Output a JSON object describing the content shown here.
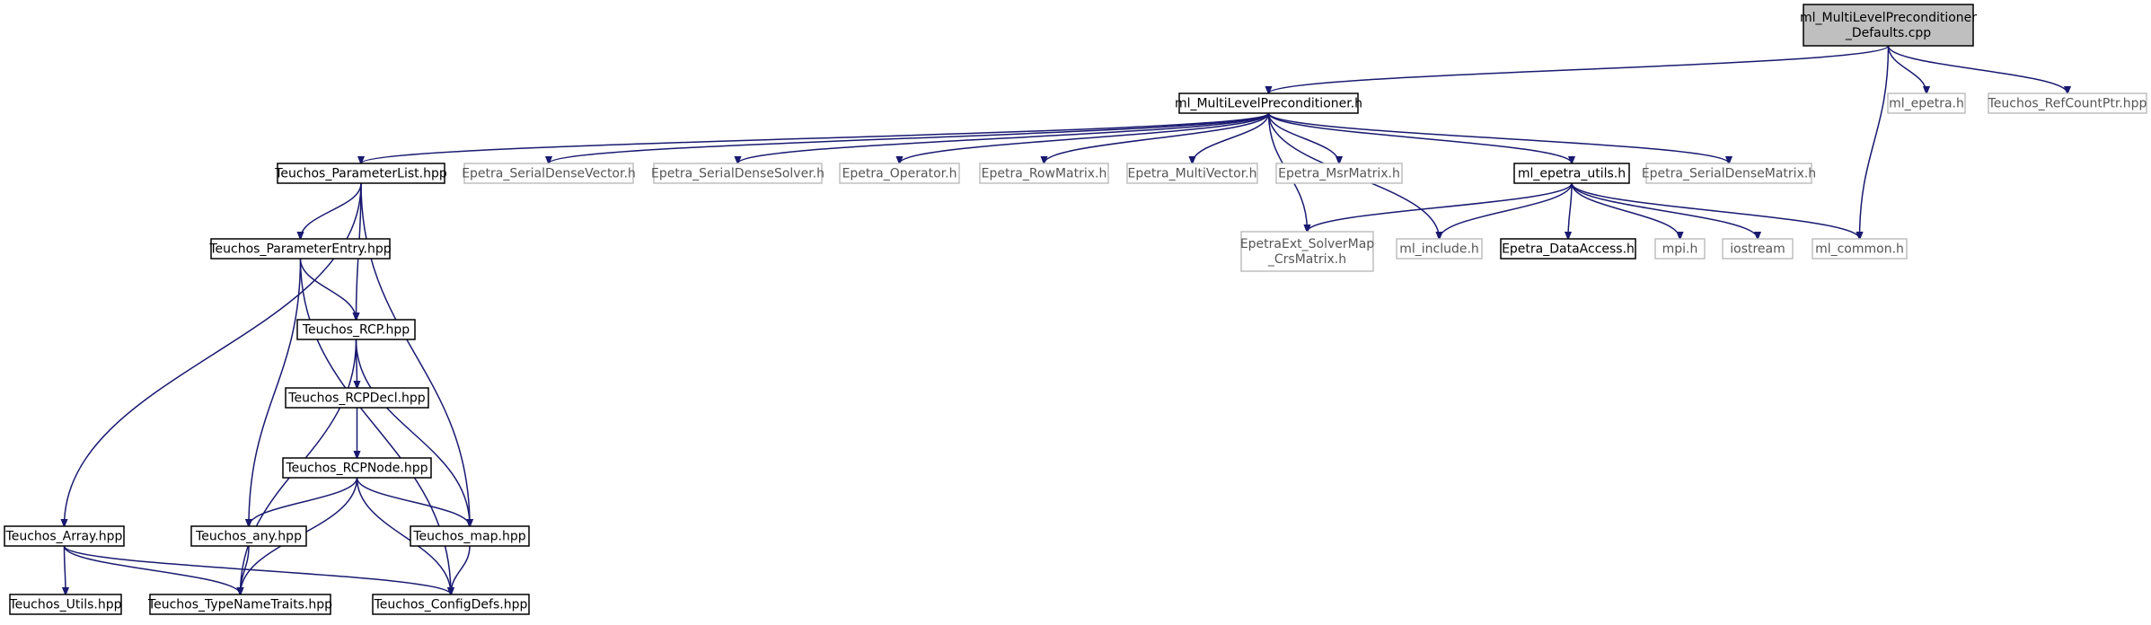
{
  "nodes": [
    {
      "id": "root",
      "lines": [
        "ml_MultiLevelPreconditioner",
        "_Defaults.cpp"
      ],
      "style": "root"
    },
    {
      "id": "mlp_h",
      "lines": [
        "ml_MultiLevelPreconditioner.h"
      ],
      "style": "solid"
    },
    {
      "id": "ml_epetra_h",
      "lines": [
        "ml_epetra.h"
      ],
      "style": "ext"
    },
    {
      "id": "refcountptr",
      "lines": [
        "Teuchos_RefCountPtr.hpp"
      ],
      "style": "ext"
    },
    {
      "id": "paramlist",
      "lines": [
        "Teuchos_ParameterList.hpp"
      ],
      "style": "solid"
    },
    {
      "id": "sdvector",
      "lines": [
        "Epetra_SerialDenseVector.h"
      ],
      "style": "ext"
    },
    {
      "id": "sdsolver",
      "lines": [
        "Epetra_SerialDenseSolver.h"
      ],
      "style": "ext"
    },
    {
      "id": "operator",
      "lines": [
        "Epetra_Operator.h"
      ],
      "style": "ext"
    },
    {
      "id": "rowmatrix",
      "lines": [
        "Epetra_RowMatrix.h"
      ],
      "style": "ext"
    },
    {
      "id": "multivector",
      "lines": [
        "Epetra_MultiVector.h"
      ],
      "style": "ext"
    },
    {
      "id": "msrmatrix",
      "lines": [
        "Epetra_MsrMatrix.h"
      ],
      "style": "ext"
    },
    {
      "id": "epetra_utils",
      "lines": [
        "ml_epetra_utils.h"
      ],
      "style": "solid"
    },
    {
      "id": "sdmatrix",
      "lines": [
        "Epetra_SerialDenseMatrix.h"
      ],
      "style": "ext"
    },
    {
      "id": "paramentry",
      "lines": [
        "Teuchos_ParameterEntry.hpp"
      ],
      "style": "solid"
    },
    {
      "id": "solvermap",
      "lines": [
        "EpetraExt_SolverMap",
        "_CrsMatrix.h"
      ],
      "style": "ext"
    },
    {
      "id": "ml_include",
      "lines": [
        "ml_include.h"
      ],
      "style": "ext"
    },
    {
      "id": "dataaccess",
      "lines": [
        "Epetra_DataAccess.h"
      ],
      "style": "solid"
    },
    {
      "id": "mpi",
      "lines": [
        "mpi.h"
      ],
      "style": "ext"
    },
    {
      "id": "iostream",
      "lines": [
        "iostream"
      ],
      "style": "ext"
    },
    {
      "id": "ml_common",
      "lines": [
        "ml_common.h"
      ],
      "style": "ext"
    },
    {
      "id": "rcp",
      "lines": [
        "Teuchos_RCP.hpp"
      ],
      "style": "solid"
    },
    {
      "id": "rcpdecl",
      "lines": [
        "Teuchos_RCPDecl.hpp"
      ],
      "style": "solid"
    },
    {
      "id": "rcpnode",
      "lines": [
        "Teuchos_RCPNode.hpp"
      ],
      "style": "solid"
    },
    {
      "id": "array",
      "lines": [
        "Teuchos_Array.hpp"
      ],
      "style": "solid"
    },
    {
      "id": "any",
      "lines": [
        "Teuchos_any.hpp"
      ],
      "style": "solid"
    },
    {
      "id": "map",
      "lines": [
        "Teuchos_map.hpp"
      ],
      "style": "solid"
    },
    {
      "id": "utils",
      "lines": [
        "Teuchos_Utils.hpp"
      ],
      "style": "solid"
    },
    {
      "id": "typenametraits",
      "lines": [
        "Teuchos_TypeNameTraits.hpp"
      ],
      "style": "solid"
    },
    {
      "id": "configdefs",
      "lines": [
        "Teuchos_ConfigDefs.hpp"
      ],
      "style": "solid"
    }
  ],
  "edges": [
    {
      "from": "root",
      "to": "mlp_h"
    },
    {
      "from": "root",
      "to": "ml_epetra_h"
    },
    {
      "from": "root",
      "to": "refcountptr"
    },
    {
      "from": "root",
      "to": "ml_common"
    },
    {
      "from": "mlp_h",
      "to": "paramlist"
    },
    {
      "from": "mlp_h",
      "to": "sdvector"
    },
    {
      "from": "mlp_h",
      "to": "sdsolver"
    },
    {
      "from": "mlp_h",
      "to": "operator"
    },
    {
      "from": "mlp_h",
      "to": "rowmatrix"
    },
    {
      "from": "mlp_h",
      "to": "multivector"
    },
    {
      "from": "mlp_h",
      "to": "msrmatrix"
    },
    {
      "from": "mlp_h",
      "to": "epetra_utils"
    },
    {
      "from": "mlp_h",
      "to": "sdmatrix"
    },
    {
      "from": "mlp_h",
      "to": "solvermap"
    },
    {
      "from": "mlp_h",
      "to": "ml_include"
    },
    {
      "from": "epetra_utils",
      "to": "solvermap"
    },
    {
      "from": "epetra_utils",
      "to": "ml_include"
    },
    {
      "from": "epetra_utils",
      "to": "dataaccess"
    },
    {
      "from": "epetra_utils",
      "to": "mpi"
    },
    {
      "from": "epetra_utils",
      "to": "iostream"
    },
    {
      "from": "epetra_utils",
      "to": "ml_common"
    },
    {
      "from": "paramlist",
      "to": "paramentry"
    },
    {
      "from": "paramlist",
      "to": "rcp"
    },
    {
      "from": "paramlist",
      "to": "array"
    },
    {
      "from": "paramlist",
      "to": "map"
    },
    {
      "from": "paramentry",
      "to": "rcp"
    },
    {
      "from": "paramentry",
      "to": "any"
    },
    {
      "from": "paramentry",
      "to": "configdefs"
    },
    {
      "from": "rcp",
      "to": "rcpdecl"
    },
    {
      "from": "rcp",
      "to": "typenametraits"
    },
    {
      "from": "rcp",
      "to": "map"
    },
    {
      "from": "rcpdecl",
      "to": "rcpnode"
    },
    {
      "from": "rcpnode",
      "to": "any"
    },
    {
      "from": "rcpnode",
      "to": "map"
    },
    {
      "from": "rcpnode",
      "to": "typenametraits"
    },
    {
      "from": "rcpnode",
      "to": "configdefs"
    },
    {
      "from": "array",
      "to": "utils"
    },
    {
      "from": "array",
      "to": "typenametraits"
    },
    {
      "from": "array",
      "to": "configdefs"
    },
    {
      "from": "any",
      "to": "typenametraits"
    },
    {
      "from": "map",
      "to": "configdefs"
    }
  ],
  "colors": {
    "edge": "#191970",
    "root_fill": "#bfbfbf",
    "ext_border": "#bfbfbf",
    "solid_border": "#000000"
  }
}
